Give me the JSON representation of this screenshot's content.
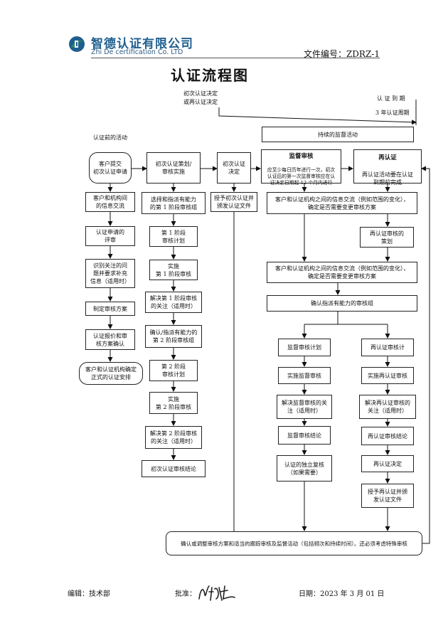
{
  "header": {
    "company_name": "智德认证有限公司",
    "company_name_en": "Zhi De certification Co. LTD",
    "doc_number": "文件编号：ZDRZ-1"
  },
  "title": "认证流程图",
  "timeline": {
    "left_note": "初次认证决定\n或再认证决定",
    "right_note_1": "认 证 到 期",
    "right_note_2": "3 年认证周期"
  },
  "section_label": "认证前的活动",
  "boxes": {
    "ongoing_surveillance": "持续的监督活动",
    "client_submit": "客户提交\n初次认证申请",
    "client_info_exchange": "客户和机构间\n的信息交流",
    "app_review": "认证申请的\n评审",
    "identify_concerns": "识别关注的问\n题并要求补充\n信息（适用时）",
    "make_plan": "制定审核方案",
    "quote_confirm": "认证报价和审\n核方案确认",
    "formal_arrangement": "客户和认证机构确定\n正式的认证安排",
    "initial_planning": "初次认证策划/\n审核实施",
    "select_team_s1": "选择和指派有能力\n的第 1 阶段审核组",
    "s1_plan": "第 1 阶段\n审核计划",
    "s1_conduct": "实施\n第 1 阶段审核",
    "s1_resolve": "解决第 1 阶段审核\n的关注（适用时）",
    "select_team_s2": "确认/指派有能力的\n第 2 阶段审核组",
    "s2_plan": "第 2 阶段\n审核计划",
    "s2_conduct": "实施\n第 2 阶段审核",
    "s2_resolve": "解决第 2 阶段审核\n的关注（适用时）",
    "initial_conclusion": "初次认证审核结论",
    "initial_decision": "初次认证\n决定",
    "grant_initial": "授予初次认证并\n颁发认证文件",
    "surv_title": "监督审核",
    "surv_body": "应至少每日历年进行一次，初次\n认证后的第一次监督审核应在认\n证决定日期起 12 个月内进行",
    "recert_title": "再认证",
    "recert_body": "再认证活动要在认证\n到期前完成",
    "info_exchange_1": "客户和认证机构之间的信息交流（例如范围的变化），\n确定是否需要变更审核方案",
    "recert_planning": "再认证审核的\n策划",
    "info_exchange_2": "客户和认证机构之间的信息交流（例如范围的变化），\n确定是否需要变更审核方案",
    "confirm_team": "确认指派有能力的审核组",
    "surv_plan": "监督审核计划",
    "recert_plan": "再认证审核计",
    "surv_conduct": "实施监督审核",
    "recert_conduct": "实施再认证审核",
    "surv_resolve": "解决监督审核的关\n注（适用时）",
    "recert_resolve": "解决再认证审核的\n关注（适用时）",
    "surv_conclusion": "监督审核结论",
    "recert_conclusion": "再认证审核结论",
    "independent_review": "认证的独立复核\n（如果需要）",
    "recert_decision": "再认证决定",
    "grant_recert": "授予再认证并颁\n发认证文件",
    "bottom_confirm": "确认或调整审核方案和适当的跟踪审核及监督活动（包括频次和持续时间）。还必须考虑特殊审核"
  },
  "footer": {
    "editor": "编辑：技术部",
    "approver": "批准：",
    "date": "日期：2023 年 3 月 01 日"
  },
  "colors": {
    "logo_blue": "#1f5f8f",
    "logo_green": "#2e8b57"
  }
}
